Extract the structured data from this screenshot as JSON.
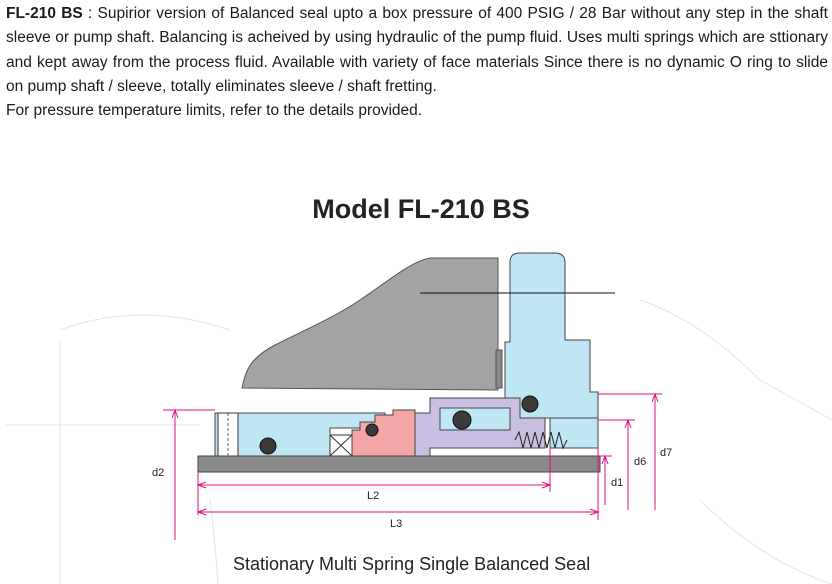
{
  "description": {
    "model_id": "FL-210 BS",
    "separator": " : ",
    "text": "Supirior version of Balanced seal upto a box pressure of 400 PSIG / 28 Bar without any step in the shaft sleeve or pump shaft. Balancing is acheived by using hydraulic of the pump fluid. Uses multi springs which  are sttionary and kept away from the process fluid. Available with variety of  face materials  Since there is no dynamic O ring to slide on pump shaft / sleeve, totally eliminates sleeve / shaft fretting.",
    "note": "For pressure temperature limits, refer to the details provided."
  },
  "diagram": {
    "title": "Model FL-210 BS",
    "caption": "Stationary  Multi Spring Single Balanced Seal",
    "dimensions": {
      "d1": "d1",
      "d2": "d2",
      "d6": "d6",
      "d7": "d7",
      "l2": "L2",
      "l3": "L3"
    },
    "colors": {
      "gland": "#a3a3a3",
      "seal_body": "#bfe6f5",
      "seat": "#f4a5a5",
      "spring_holder": "#c9bfe2",
      "shaft": "#8a8a8a",
      "dimension_lines": "#e0107f"
    }
  }
}
